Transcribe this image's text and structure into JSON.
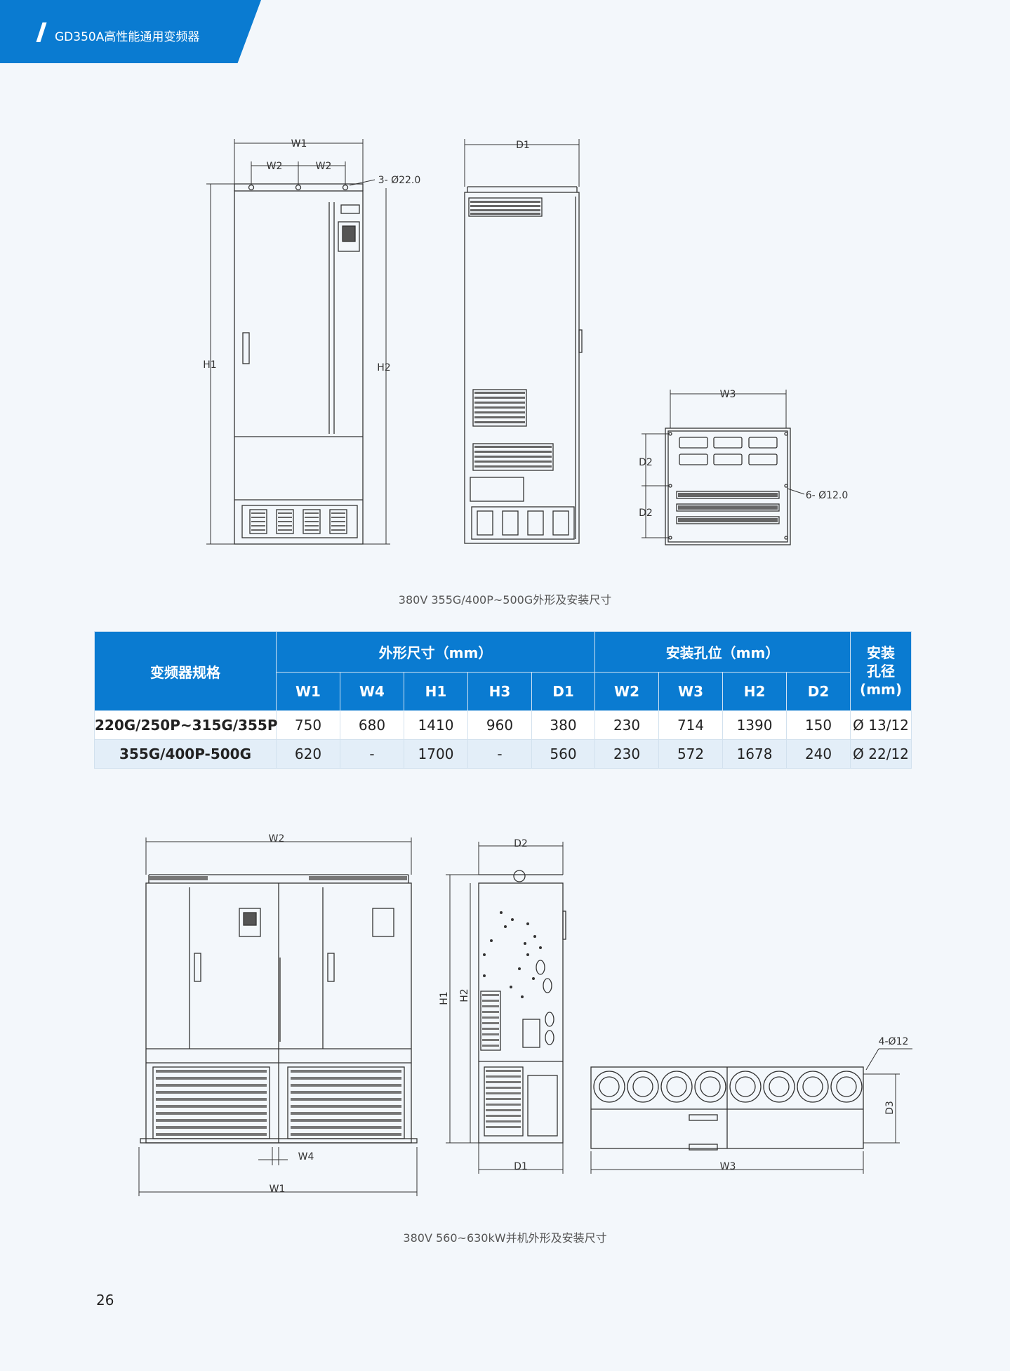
{
  "header": {
    "title": "GD350A高性能通用变频器"
  },
  "figure1": {
    "caption": "380V 355G/400P~500G外形及安装尺寸",
    "labels": {
      "w1": "W1",
      "w2": "W2",
      "h1": "H1",
      "h2": "H2",
      "d1": "D1",
      "w3": "W3",
      "d2": "D2",
      "hole_top": "3- Ø22.0",
      "hole_base": "6- Ø12.0"
    }
  },
  "table": {
    "header": {
      "model": "变频器规格",
      "group_outline": "外形尺寸（mm）",
      "group_mount": "安装孔位（mm）",
      "hole_line1": "安装",
      "hole_line2": "孔径",
      "hole_line3": "(mm)",
      "cols": [
        "W1",
        "W4",
        "H1",
        "H3",
        "D1",
        "W2",
        "W3",
        "H2",
        "D2"
      ]
    },
    "rows": [
      {
        "model": "220G/250P~315G/355P",
        "values": [
          "750",
          "680",
          "1410",
          "960",
          "380",
          "230",
          "714",
          "1390",
          "150",
          "Ø 13/12"
        ]
      },
      {
        "model": "355G/400P-500G",
        "values": [
          "620",
          "-",
          "1700",
          "-",
          "560",
          "230",
          "572",
          "1678",
          "240",
          "Ø 22/12"
        ]
      }
    ]
  },
  "figure2": {
    "caption": "380V 560~630kW并机外形及安装尺寸",
    "labels": {
      "w1": "W1",
      "w2": "W2",
      "w4": "W4",
      "h1": "H1",
      "h2": "H2",
      "d1": "D1",
      "d2": "D2",
      "w3": "W3",
      "d3": "D3",
      "hole": "4-Ø12"
    }
  },
  "page": {
    "number": "26"
  }
}
